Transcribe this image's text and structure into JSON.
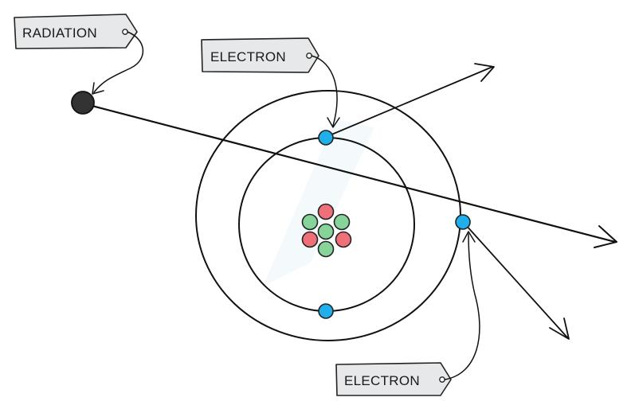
{
  "labels": {
    "radiation": "RADIATION",
    "electron_top": "ELECTRON",
    "electron_bottom": "ELECTRON"
  },
  "colors": {
    "electron": "#1fb0ec",
    "proton": "#f0707a",
    "neutron": "#86d49a",
    "radiation_particle": "#333333",
    "tag_fill": "#e6e8e9",
    "outline": "#111111"
  }
}
